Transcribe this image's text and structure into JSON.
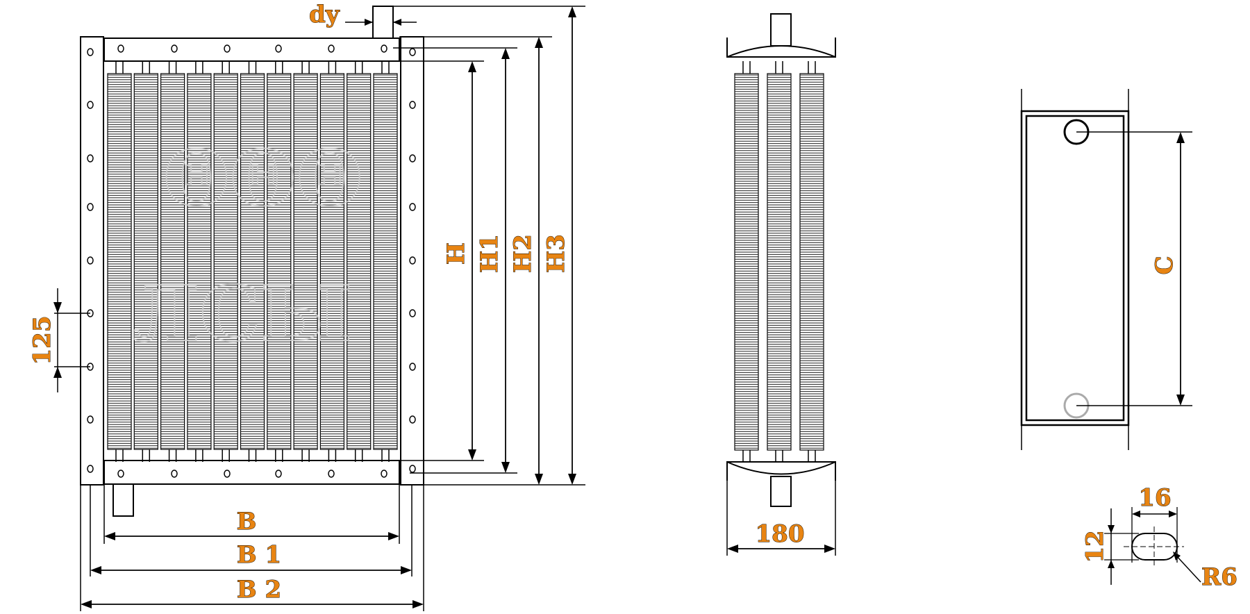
{
  "labels": {
    "dy": "dy",
    "H": "H",
    "H1": "H1",
    "H2": "H2",
    "H3": "H3",
    "B": "B",
    "B1": "B 1",
    "B2": "B 2",
    "pitch": "125",
    "depth": "180",
    "C": "C",
    "slot_width": "16",
    "slot_height": "12",
    "radius": "R6"
  },
  "colors": {
    "dimension_text": "#e88412",
    "lines": "#000000",
    "watermark": "#d0d0d0",
    "lower_hole_gray": "#aaaaaa"
  }
}
